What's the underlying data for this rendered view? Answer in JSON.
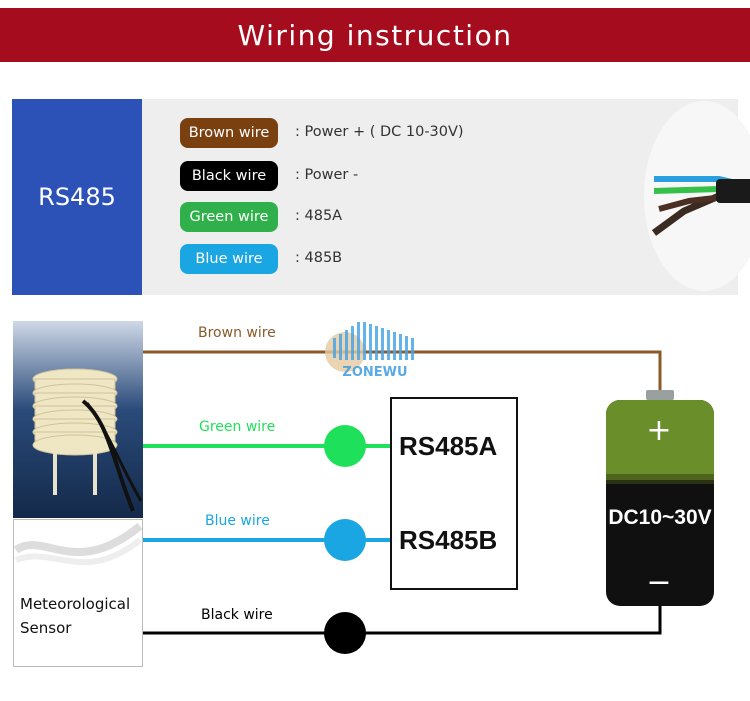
{
  "banner": {
    "title": "Wiring instruction"
  },
  "rs485_panel": {
    "label": "RS485",
    "wires": [
      {
        "name": "Brown wire",
        "desc": ": Power + ( DC 10-30V)",
        "color": "#7a4010"
      },
      {
        "name": "Black wire",
        "desc": ": Power -",
        "color": "#000000"
      },
      {
        "name": "Green wire",
        "desc": ": 485A",
        "color": "#30b04a"
      },
      {
        "name": "Blue wire",
        "desc": ": 485B",
        "color": "#1aa6e3"
      }
    ]
  },
  "diagram": {
    "sensor_label_line1": "Meteorological",
    "sensor_label_line2": "Sensor",
    "wires": [
      {
        "name": "Brown wire",
        "color": "#8b5a2b"
      },
      {
        "name": "Green wire",
        "color": "#1fe05a"
      },
      {
        "name": "Blue wire",
        "color": "#1aa6e3"
      },
      {
        "name": "Black wire",
        "color": "#000000"
      }
    ],
    "module_a": "RS485A",
    "module_b": "RS485B",
    "battery": {
      "plus": "+",
      "voltage": "DC10~30V",
      "minus": "−"
    },
    "watermark": "ZONEWU"
  }
}
